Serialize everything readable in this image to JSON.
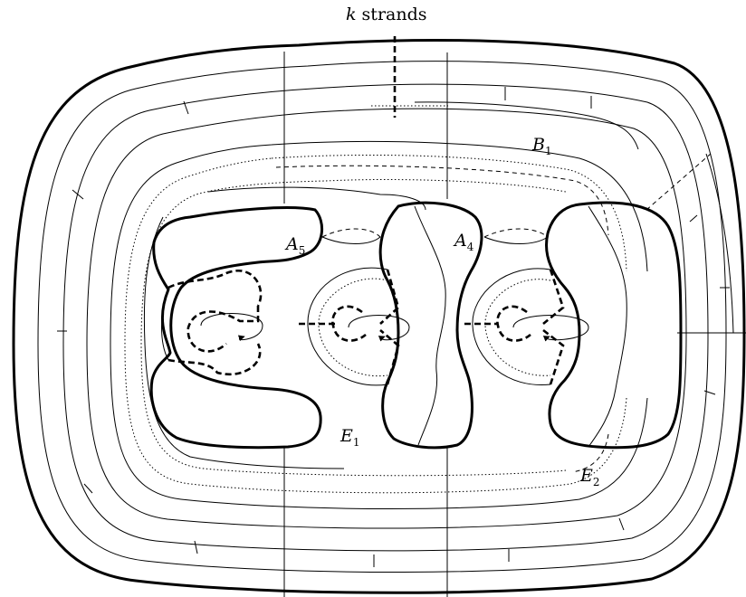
{
  "labels": {
    "k_strands": {
      "var": "k",
      "text": " strands"
    },
    "A5": {
      "base": "A",
      "sub": "5"
    },
    "A4": {
      "base": "A",
      "sub": "4"
    },
    "B1": {
      "base": "B",
      "sub": "1"
    },
    "E1": {
      "base": "E",
      "sub": "1"
    },
    "E2": {
      "base": "E",
      "sub": "2"
    }
  }
}
